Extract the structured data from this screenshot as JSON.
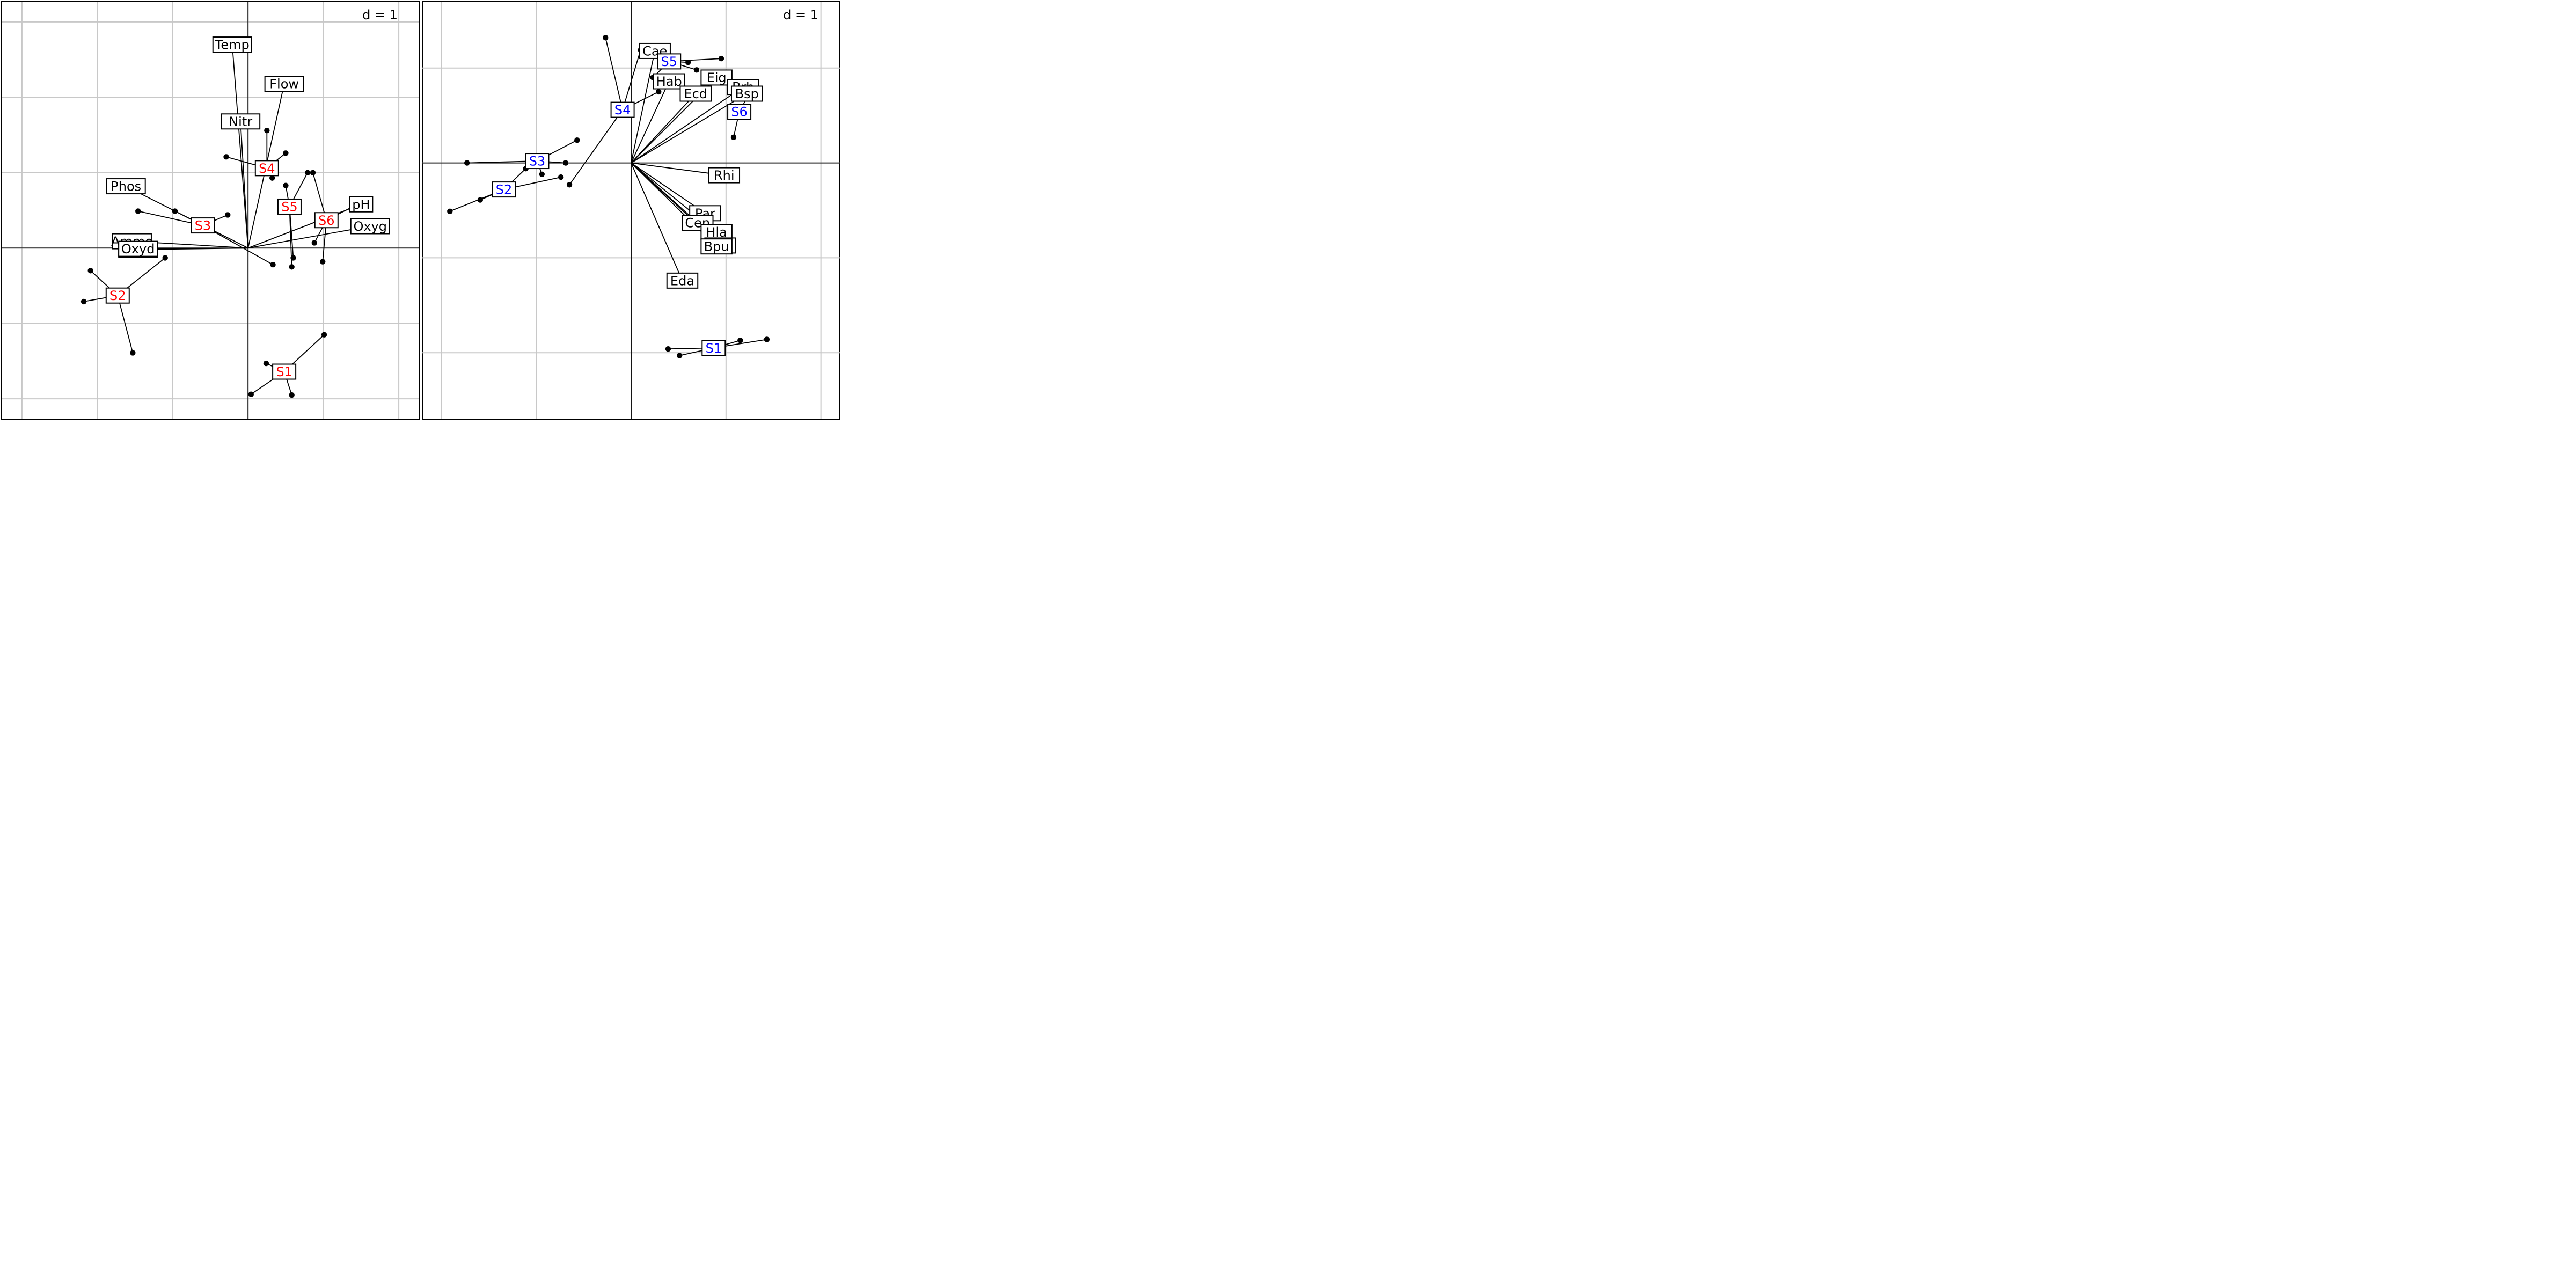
{
  "chart_data": [
    {
      "type": "scatter",
      "title": "",
      "scale_label": "d = 1",
      "grid": true,
      "label_color": "#ff0000",
      "xlim": [
        -3.27,
        2.27
      ],
      "ylim": [
        -2.27,
        3.27
      ],
      "variables": [
        {
          "label": "Temp",
          "x": -0.21,
          "y": 2.7
        },
        {
          "label": "Flow",
          "x": 0.48,
          "y": 2.18
        },
        {
          "label": "Nitr",
          "x": -0.1,
          "y": 1.68
        },
        {
          "label": "Phos",
          "x": -1.62,
          "y": 0.82
        },
        {
          "label": "pH",
          "x": 1.5,
          "y": 0.58
        },
        {
          "label": "Oxyg",
          "x": 1.62,
          "y": 0.29
        },
        {
          "label": "Ammo",
          "x": -1.54,
          "y": 0.09
        },
        {
          "label": "Oxyd",
          "x": -1.46,
          "y": -0.02
        },
        {
          "label": "Oxyd",
          "x": -1.46,
          "y": -0.01
        }
      ],
      "groups": [
        {
          "label": "S1",
          "x": 0.48,
          "y": -1.64,
          "points": [
            {
              "x": 1.01,
              "y": -1.15
            },
            {
              "x": 0.24,
              "y": -1.53
            },
            {
              "x": 0.04,
              "y": -1.94
            },
            {
              "x": 0.58,
              "y": -1.95
            }
          ]
        },
        {
          "label": "S2",
          "x": -1.73,
          "y": -0.63,
          "points": [
            {
              "x": -2.09,
              "y": -0.3
            },
            {
              "x": -2.18,
              "y": -0.71
            },
            {
              "x": -1.53,
              "y": -1.39
            },
            {
              "x": -1.1,
              "y": -0.13
            }
          ]
        },
        {
          "label": "S3",
          "x": -0.6,
          "y": 0.3,
          "points": [
            {
              "x": -1.46,
              "y": 0.49
            },
            {
              "x": -0.97,
              "y": 0.49
            },
            {
              "x": -0.27,
              "y": 0.44
            },
            {
              "x": 0.33,
              "y": -0.22
            }
          ]
        },
        {
          "label": "S4",
          "x": 0.25,
          "y": 1.06,
          "points": [
            {
              "x": -0.29,
              "y": 1.21
            },
            {
              "x": 0.25,
              "y": 1.56
            },
            {
              "x": 0.5,
              "y": 1.26
            },
            {
              "x": 0.32,
              "y": 0.93
            }
          ]
        },
        {
          "label": "S5",
          "x": 0.55,
          "y": 0.55,
          "points": [
            {
              "x": 0.5,
              "y": 0.83
            },
            {
              "x": 0.79,
              "y": 1.0
            },
            {
              "x": 0.6,
              "y": -0.13
            },
            {
              "x": 0.58,
              "y": -0.25
            }
          ]
        },
        {
          "label": "S6",
          "x": 1.04,
          "y": 0.37,
          "points": [
            {
              "x": 0.86,
              "y": 1.0
            },
            {
              "x": 1.45,
              "y": 0.58
            },
            {
              "x": 0.88,
              "y": 0.07
            },
            {
              "x": 0.99,
              "y": -0.18
            }
          ]
        }
      ]
    },
    {
      "type": "scatter",
      "title": "",
      "scale_label": "d = 1",
      "grid": true,
      "label_color": "#0000ff",
      "xlim": [
        -2.2,
        2.2
      ],
      "ylim": [
        -2.7,
        1.7
      ],
      "variables": [
        {
          "label": "Cae",
          "x": 0.25,
          "y": 1.18
        },
        {
          "label": "Hab",
          "x": 0.4,
          "y": 0.86
        },
        {
          "label": "Eig",
          "x": 0.9,
          "y": 0.9
        },
        {
          "label": "Ecd",
          "x": 0.68,
          "y": 0.73
        },
        {
          "label": "Brh",
          "x": 1.18,
          "y": 0.8
        },
        {
          "label": "Bsp",
          "x": 1.22,
          "y": 0.73
        },
        {
          "label": "Rhi",
          "x": 0.98,
          "y": -0.13
        },
        {
          "label": "Par",
          "x": 0.78,
          "y": -0.53
        },
        {
          "label": "Cen",
          "x": 0.7,
          "y": -0.63
        },
        {
          "label": "Hla",
          "x": 0.9,
          "y": -0.73
        },
        {
          "label": "Bpu",
          "x": 0.94,
          "y": -0.87
        },
        {
          "label": "Bpu",
          "x": 0.9,
          "y": -0.88
        },
        {
          "label": "Eda",
          "x": 0.54,
          "y": -1.24
        }
      ],
      "groups": [
        {
          "label": "S1",
          "x": 0.87,
          "y": -1.95,
          "points": [
            {
              "x": 0.39,
              "y": -1.96
            },
            {
              "x": 0.51,
              "y": -2.03
            },
            {
              "x": 1.15,
              "y": -1.87
            },
            {
              "x": 1.43,
              "y": -1.86
            }
          ]
        },
        {
          "label": "S2",
          "x": -1.34,
          "y": -0.28,
          "points": [
            {
              "x": -1.91,
              "y": -0.51
            },
            {
              "x": -1.59,
              "y": -0.39
            },
            {
              "x": -1.11,
              "y": -0.06
            },
            {
              "x": -0.74,
              "y": -0.15
            }
          ]
        },
        {
          "label": "S3",
          "x": -0.99,
          "y": 0.02,
          "points": [
            {
              "x": -1.73,
              "y": 0.0
            },
            {
              "x": -0.94,
              "y": -0.12
            },
            {
              "x": -0.69,
              "y": 0.0
            },
            {
              "x": -0.57,
              "y": 0.24
            }
          ]
        },
        {
          "label": "S4",
          "x": -0.09,
          "y": 0.56,
          "points": [
            {
              "x": -0.27,
              "y": 1.32
            },
            {
              "x": 0.1,
              "y": 1.19
            },
            {
              "x": 0.29,
              "y": 0.75
            },
            {
              "x": -0.65,
              "y": -0.23
            }
          ]
        },
        {
          "label": "S5",
          "x": 0.4,
          "y": 1.07,
          "points": [
            {
              "x": 0.23,
              "y": 0.9
            },
            {
              "x": 0.69,
              "y": 0.98
            },
            {
              "x": 0.95,
              "y": 1.1
            },
            {
              "x": 0.6,
              "y": 1.06
            }
          ]
        },
        {
          "label": "S6",
          "x": 1.14,
          "y": 0.54,
          "points": [
            {
              "x": 1.08,
              "y": 0.27
            },
            {
              "x": 1.3,
              "y": 0.83
            }
          ]
        }
      ]
    }
  ]
}
